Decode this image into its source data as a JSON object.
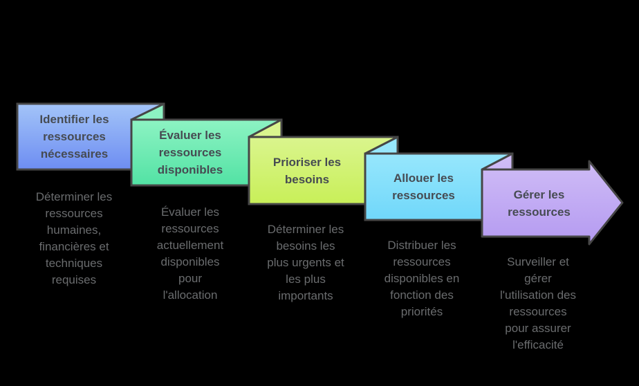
{
  "diagram": {
    "background_color": "#000000",
    "border_color": "#464646",
    "title_color": "#464b52",
    "description_color": "#6a6c6e",
    "steps": [
      {
        "title": "Identifier les\nressources\nnécessaires",
        "description": "Déterminer les\nressources\nhumaines,\nfinancières et\ntechniques\nrequises",
        "colors": {
          "top": "#a3c4f8",
          "bottom": "#6d8df2"
        },
        "shape": "folded-card"
      },
      {
        "title": "Évaluer les\nressources\ndisponibles",
        "description": "Évaluer les\nressources\nactuellement\ndisponibles\npour\nl'allocation",
        "colors": {
          "top": "#8df3c3",
          "bottom": "#52e2a4"
        },
        "shape": "folded-card"
      },
      {
        "title": "Prioriser les\nbesoins",
        "description": "Déterminer les\nbesoins les\nplus urgents et\nles plus\nimportants",
        "colors": {
          "top": "#daf58e",
          "bottom": "#c8ef58"
        },
        "shape": "folded-card"
      },
      {
        "title": "Allouer les\nressources",
        "description": "Distribuer les\nressources\ndisponibles en\nfonction des\npriorités",
        "colors": {
          "top": "#97e7fc",
          "bottom": "#70d7fa"
        },
        "shape": "folded-card"
      },
      {
        "title": "Gérer les\nressources",
        "description": "Surveiller et\ngérer\nl'utilisation des\nressources\npour assurer\nl'efficacité",
        "colors": {
          "top": "#cfbcf6",
          "bottom": "#b49af1"
        },
        "shape": "right-arrow"
      }
    ]
  }
}
